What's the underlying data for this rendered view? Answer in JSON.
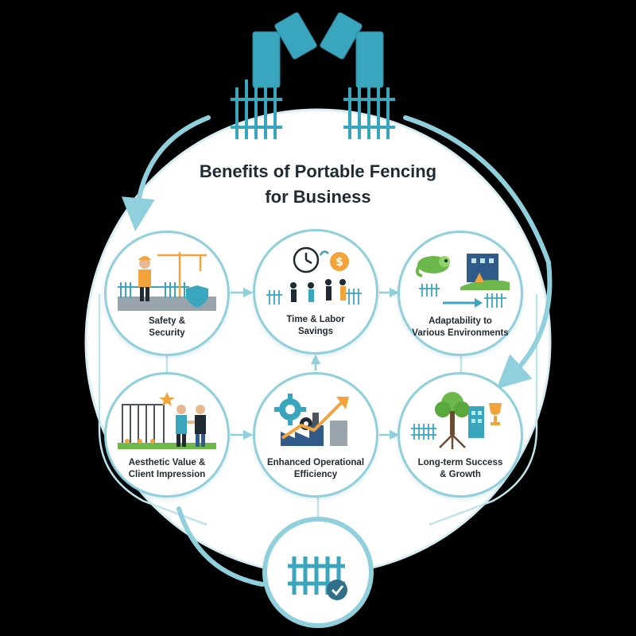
{
  "title_line1": "Benefits of Portable Fencing",
  "title_line2": "for Business",
  "colors": {
    "teal": "#3aa6bd",
    "teal_light": "#8fd0dc",
    "navy": "#1f2a33",
    "orange": "#f2a33a",
    "green": "#6db84a"
  },
  "benefits": [
    {
      "label_line1": "Safety &",
      "label_line2": "Security",
      "icon": "worker-crane-shield-icon"
    },
    {
      "label_line1": "Time & Labor",
      "label_line2": "Savings",
      "icon": "clock-dollar-team-icon"
    },
    {
      "label_line1": "Adaptability to",
      "label_line2": "Various Environments",
      "icon": "chameleon-building-icon"
    },
    {
      "label_line1": "Aesthetic Value &",
      "label_line2": "Client Impression",
      "icon": "gate-handshake-icon"
    },
    {
      "label_line1": "Enhanced Operational",
      "label_line2": "Efficiency",
      "icon": "gear-factory-growth-icon"
    },
    {
      "label_line1": "Long-term Success",
      "label_line2": "& Growth",
      "icon": "tree-trophy-icon"
    }
  ],
  "badge_icon": "fence-check-icon"
}
